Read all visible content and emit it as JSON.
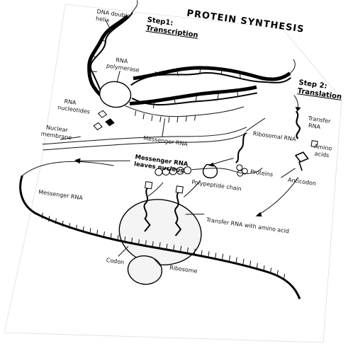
{
  "title": "PROTEIN SYNTHESIS",
  "step1": {
    "number": "Step1:",
    "name": "Transcription"
  },
  "step2": {
    "number": "Step 2:",
    "name": "Translation"
  },
  "labels": {
    "dna_helix_1": "DNA double",
    "dna_helix_2": "helix",
    "rna_polymerase_1": "RNA",
    "rna_polymerase_2": "polymerase",
    "rna_nucleotides_1": "RNA",
    "rna_nucleotides_2": "nucleotides",
    "messenger_rna_top": "Messenger RNA",
    "nuclear_membrane_1": "Nuclear",
    "nuclear_membrane_2": "membrane",
    "leaves_nucleus_1": "Messenger RNA",
    "leaves_nucleus_2": "leaves nucleus",
    "ribosomal_rna": "Ribosomal RNA",
    "proteins": "Proteins",
    "transfer_rna_1": "Transfer",
    "transfer_rna_2": "RNA",
    "amino_acids_1": "Amino",
    "amino_acids_2": "acids",
    "anticodon": "Anticodon",
    "polypeptide_chain": "Polypeptide chain",
    "messenger_rna_bottom": "Messenger RNA",
    "trna_with_amino_acid": "Transfer RNA with amino acid",
    "ribosome": "Ribosome",
    "codon": "Codon"
  }
}
